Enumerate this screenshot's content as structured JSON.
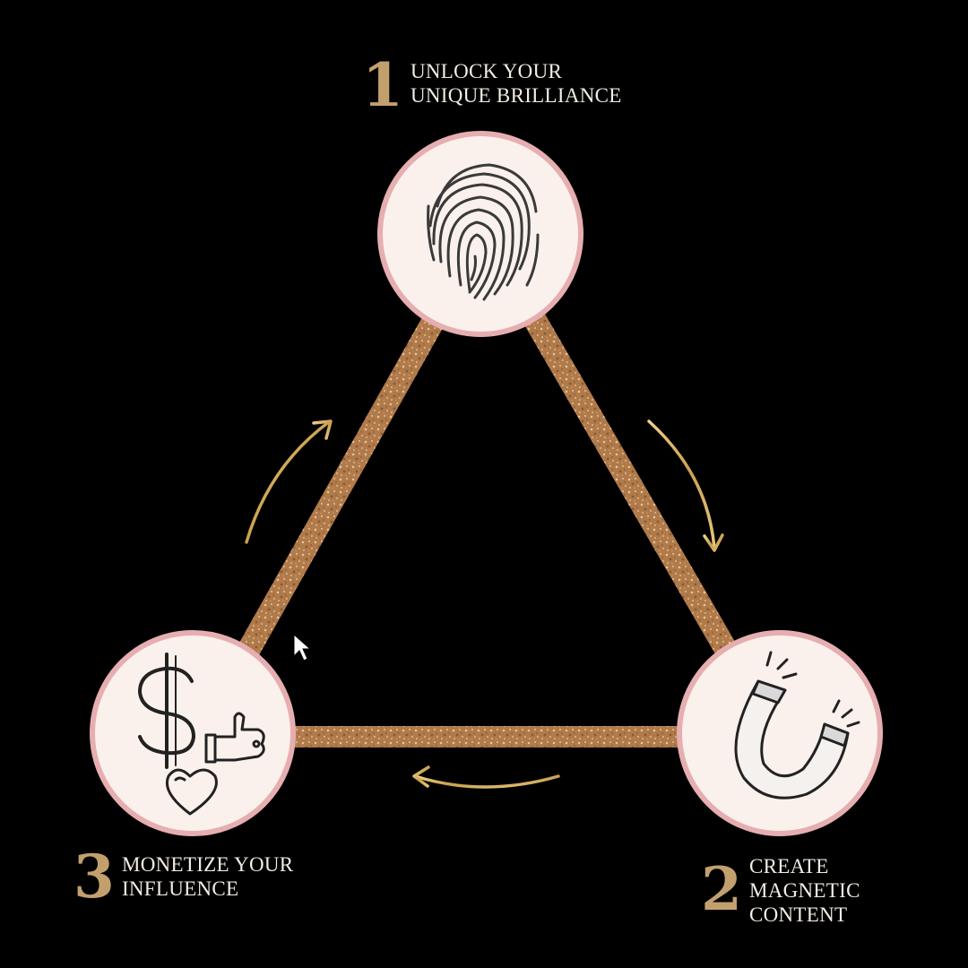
{
  "steps": [
    {
      "number": "1",
      "lines": [
        "UNLOCK YOUR",
        "UNIQUE BRILLIANCE"
      ],
      "icon": "fingerprint-icon"
    },
    {
      "number": "2",
      "lines": [
        "CREATE",
        "MAGNETIC",
        "CONTENT"
      ],
      "icon": "magnet-icon"
    },
    {
      "number": "3",
      "lines": [
        "MONETIZE YOUR",
        "INFLUENCE"
      ],
      "icon": "money-like-heart-icon"
    }
  ],
  "colors": {
    "background": "#000000",
    "gold_number": "#c2a06e",
    "text": "#f2ece4",
    "glitter": "#b98552",
    "circle_fill": "#fbf1ec",
    "circle_ring": "#e6aeb0",
    "arrow_gold": "#d4ad5f"
  },
  "flow": "clockwise"
}
